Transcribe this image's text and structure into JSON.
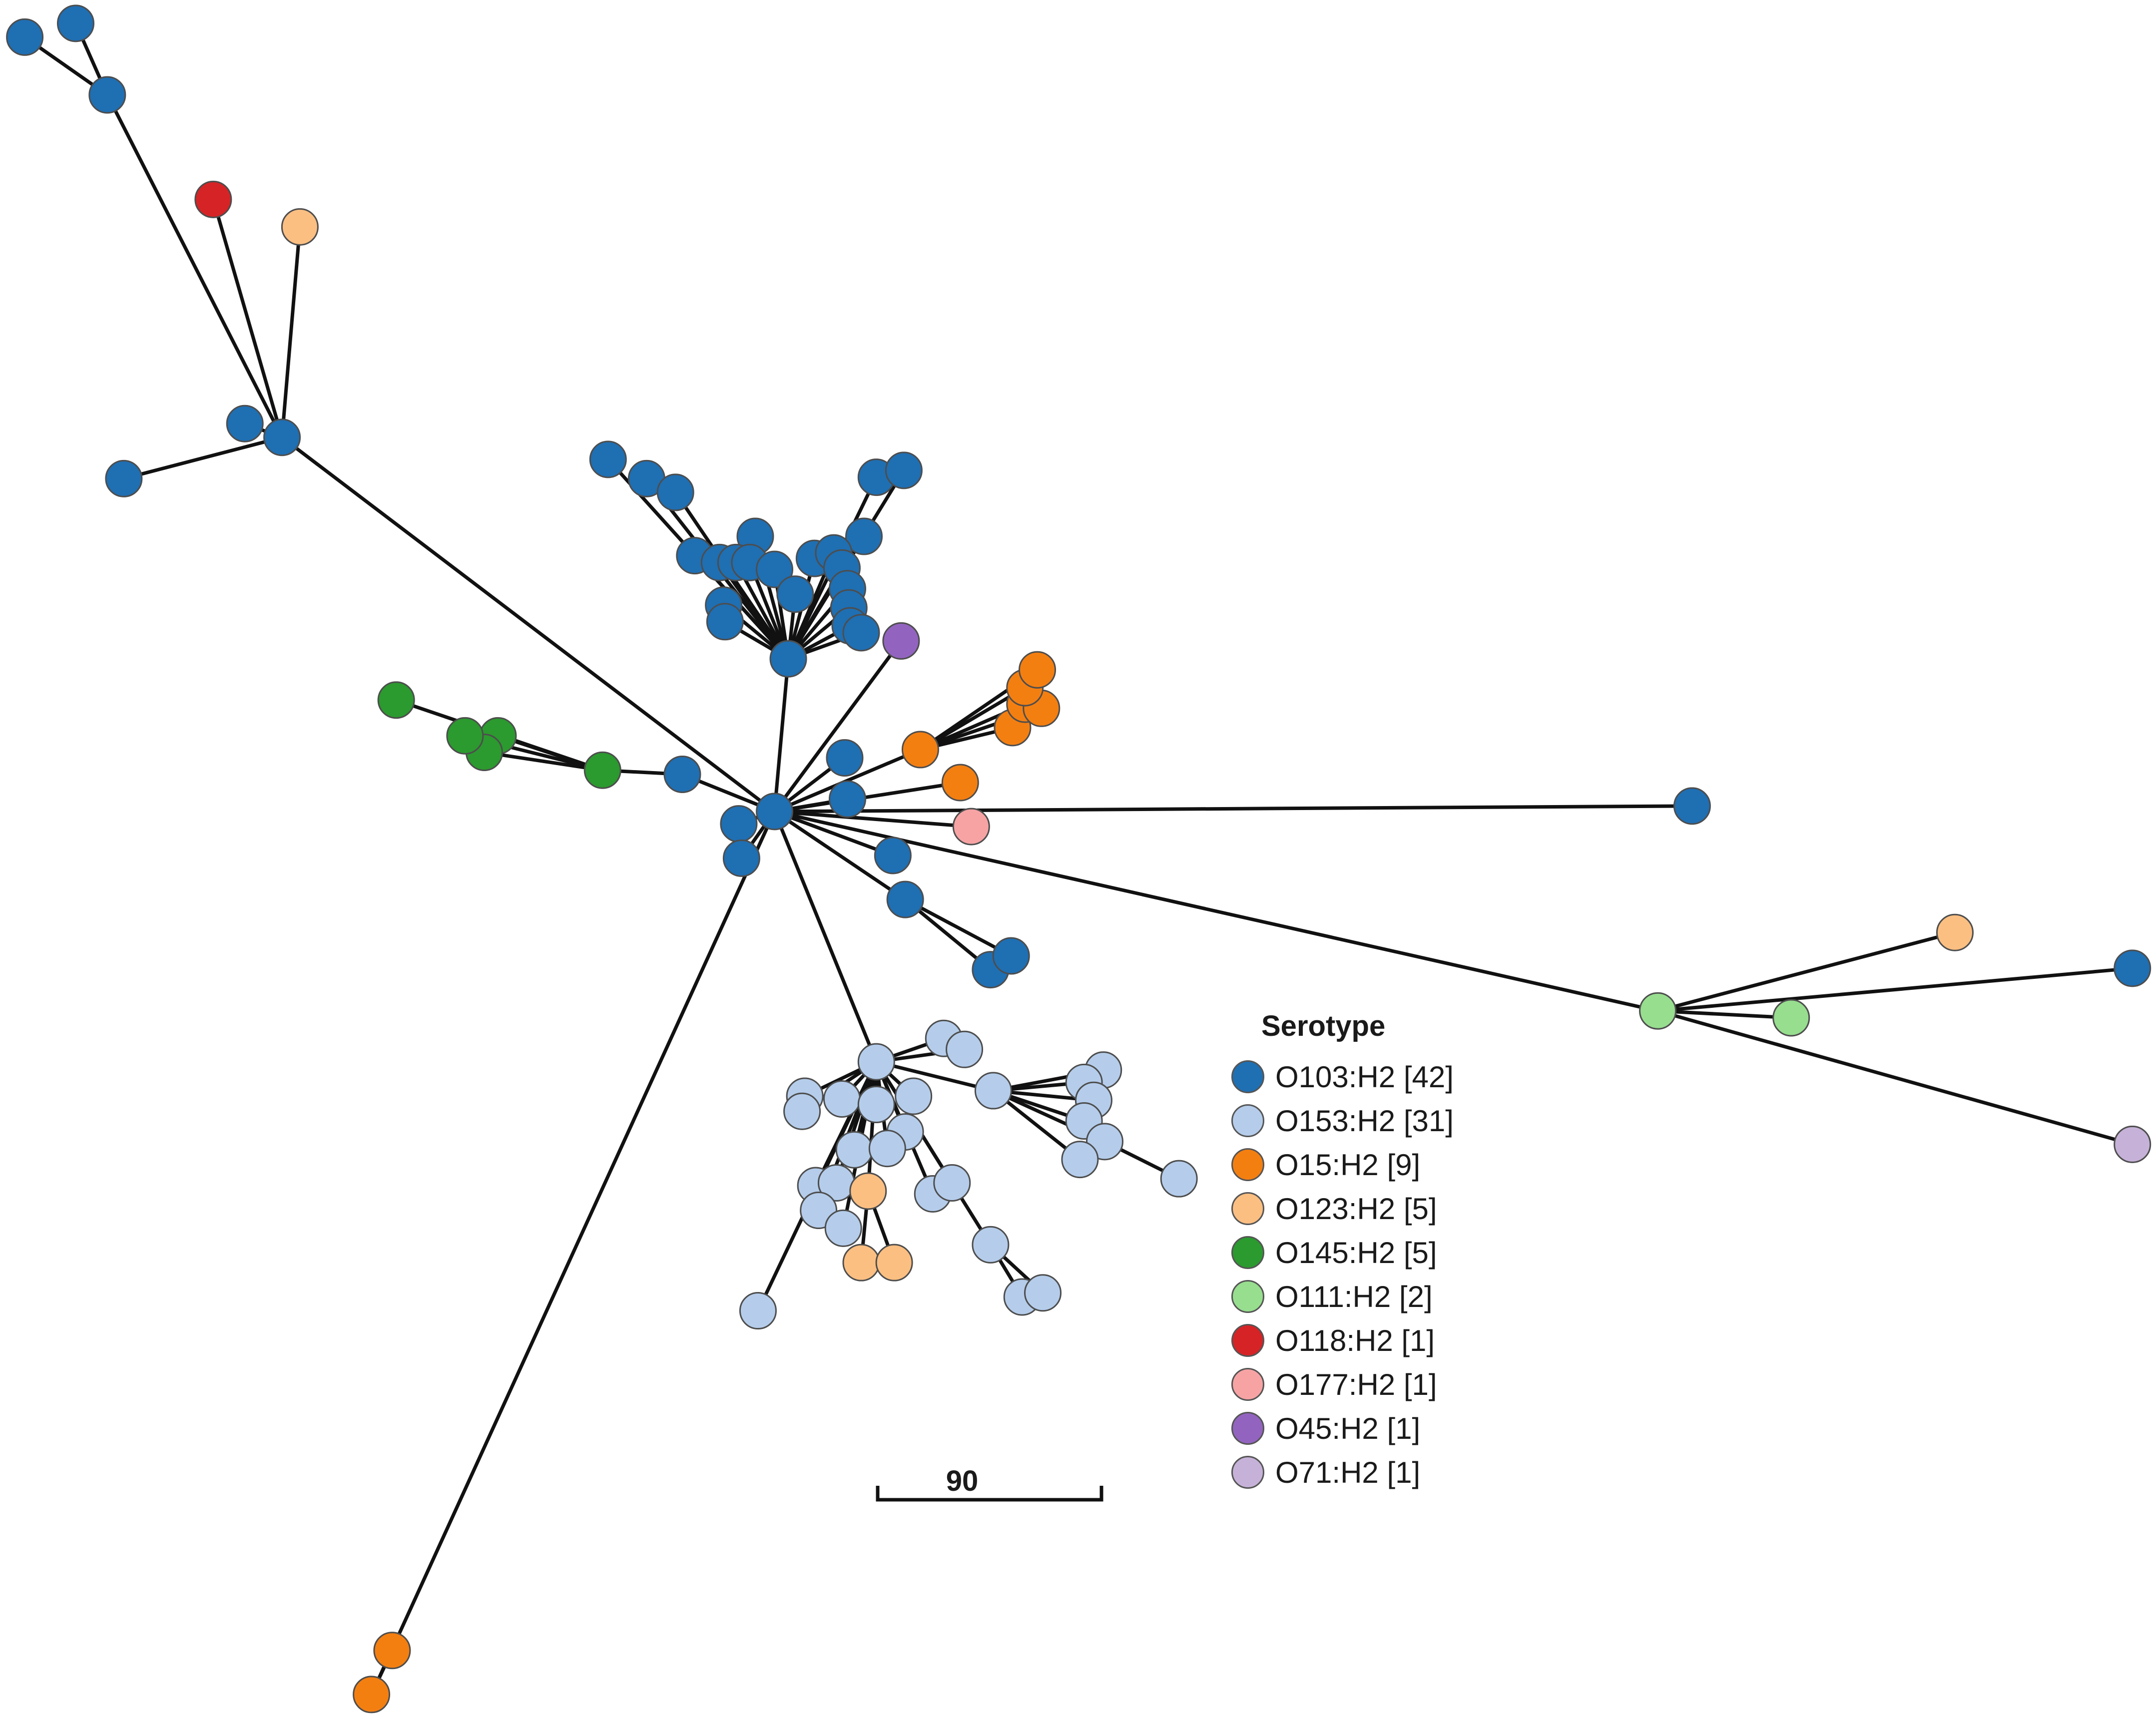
{
  "colors": {
    "O103:H2": "#1f6fb3",
    "O153:H2": "#b5cdeb",
    "O15:H2": "#f47f11",
    "O123:H2": "#fcbf82",
    "O145:H2": "#2b9a2f",
    "O111:H2": "#97de8f",
    "O118:H2": "#d62326",
    "O177:H2": "#f7a3a4",
    "O45:H2": "#9264bf",
    "O71:H2": "#c6b2d8"
  },
  "legend": {
    "title": "Serotype",
    "items": [
      {
        "serotype": "O103:H2",
        "label": "O103:H2 [42]",
        "count": 42
      },
      {
        "serotype": "O153:H2",
        "label": "O153:H2 [31]",
        "count": 31
      },
      {
        "serotype": "O15:H2",
        "label": "O15:H2 [9]",
        "count": 9
      },
      {
        "serotype": "O123:H2",
        "label": "O123:H2 [5]",
        "count": 5
      },
      {
        "serotype": "O145:H2",
        "label": "O145:H2 [5]",
        "count": 5
      },
      {
        "serotype": "O111:H2",
        "label": "O111:H2 [2]",
        "count": 2
      },
      {
        "serotype": "O118:H2",
        "label": "O118:H2 [1]",
        "count": 1
      },
      {
        "serotype": "O177:H2",
        "label": "O177:H2 [1]",
        "count": 1
      },
      {
        "serotype": "O45:H2",
        "label": "O45:H2 [1]",
        "count": 1
      },
      {
        "serotype": "O71:H2",
        "label": "O71:H2 [1]",
        "count": 1
      }
    ]
  },
  "scale_bar": {
    "label": "90",
    "distance": 90
  }
}
